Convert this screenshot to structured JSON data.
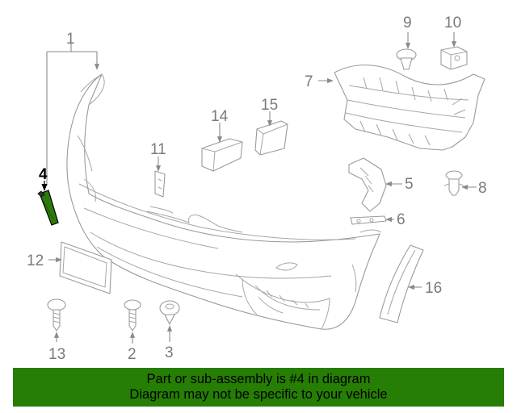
{
  "diagram": {
    "highlight_part": "4",
    "accent_color": "#267e05",
    "callouts": [
      "1",
      "2",
      "3",
      "4",
      "5",
      "6",
      "7",
      "8",
      "9",
      "10",
      "11",
      "12",
      "13",
      "14",
      "15",
      "16"
    ]
  },
  "banner": {
    "line1": "Part or sub-assembly is #4 in diagram",
    "line2": "Diagram may not be specific to your vehicle"
  }
}
